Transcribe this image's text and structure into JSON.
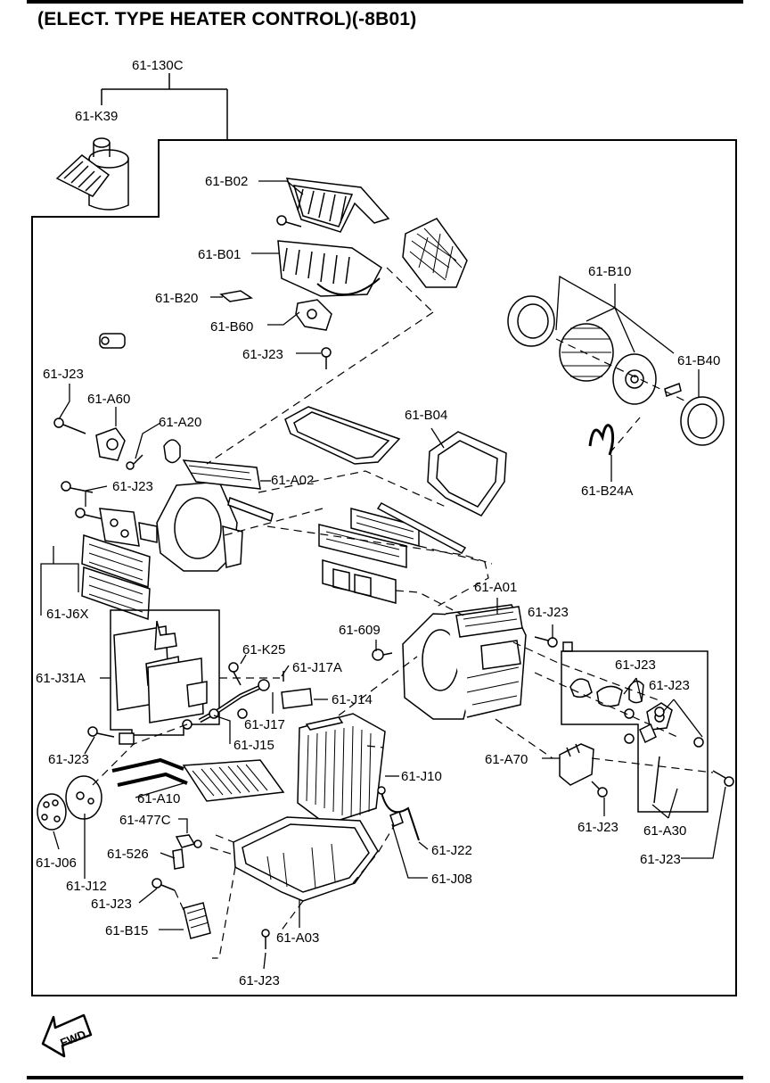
{
  "title": "(ELECT. TYPE HEATER CONTROL)(-8B01)",
  "fwd_label": "FWD",
  "parts": [
    {
      "id": "p-130c",
      "label": "61-130C"
    },
    {
      "id": "p-k39",
      "label": "61-K39"
    },
    {
      "id": "p-b02",
      "label": "61-B02"
    },
    {
      "id": "p-b01",
      "label": "61-B01"
    },
    {
      "id": "p-b20",
      "label": "61-B20"
    },
    {
      "id": "p-b60",
      "label": "61-B60"
    },
    {
      "id": "p-j23-a",
      "label": "61-J23"
    },
    {
      "id": "p-b10",
      "label": "61-B10"
    },
    {
      "id": "p-b40",
      "label": "61-B40"
    },
    {
      "id": "p-j23-b",
      "label": "61-J23"
    },
    {
      "id": "p-a60",
      "label": "61-A60"
    },
    {
      "id": "p-a20",
      "label": "61-A20"
    },
    {
      "id": "p-b04",
      "label": "61-B04"
    },
    {
      "id": "p-b24a",
      "label": "61-B24A"
    },
    {
      "id": "p-a02",
      "label": "61-A02"
    },
    {
      "id": "p-j23-c",
      "label": "61-J23"
    },
    {
      "id": "p-a01",
      "label": "61-A01"
    },
    {
      "id": "p-j23-d",
      "label": "61-J23"
    },
    {
      "id": "p-j6x",
      "label": "61-J6X"
    },
    {
      "id": "p-609",
      "label": "61-609"
    },
    {
      "id": "p-k25",
      "label": "61-K25"
    },
    {
      "id": "p-j23-e",
      "label": "61-J23"
    },
    {
      "id": "p-j23-f",
      "label": "61-J23"
    },
    {
      "id": "p-j31a",
      "label": "61-J31A"
    },
    {
      "id": "p-j17a",
      "label": "61-J17A"
    },
    {
      "id": "p-j14",
      "label": "61-J14"
    },
    {
      "id": "p-j17",
      "label": "61-J17"
    },
    {
      "id": "p-j15",
      "label": "61-J15"
    },
    {
      "id": "p-j23-g",
      "label": "61-J23"
    },
    {
      "id": "p-a70",
      "label": "61-A70"
    },
    {
      "id": "p-j10",
      "label": "61-J10"
    },
    {
      "id": "p-a10",
      "label": "61-A10"
    },
    {
      "id": "p-j23-h",
      "label": "61-J23"
    },
    {
      "id": "p-a30",
      "label": "61-A30"
    },
    {
      "id": "p-477c",
      "label": "61-477C"
    },
    {
      "id": "p-j22",
      "label": "61-J22"
    },
    {
      "id": "p-j23-i",
      "label": "61-J23"
    },
    {
      "id": "p-526",
      "label": "61-526"
    },
    {
      "id": "p-j06",
      "label": "61-J06"
    },
    {
      "id": "p-j08",
      "label": "61-J08"
    },
    {
      "id": "p-j12",
      "label": "61-J12"
    },
    {
      "id": "p-j23-j",
      "label": "61-J23"
    },
    {
      "id": "p-b15",
      "label": "61-B15"
    },
    {
      "id": "p-a03",
      "label": "61-A03"
    },
    {
      "id": "p-j23-k",
      "label": "61-J23"
    }
  ]
}
